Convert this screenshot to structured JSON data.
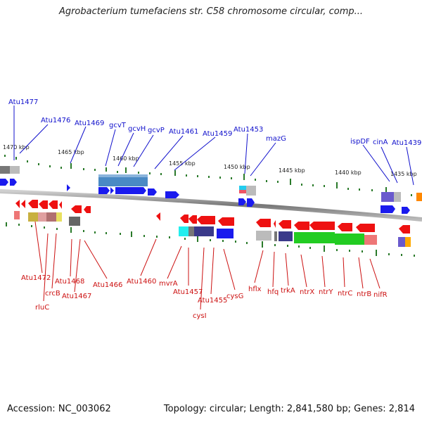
{
  "title": "Agrobacterium tumefaciens str. C58 chromosome circular, comp...",
  "footer": {
    "accession": "Accession: NC_003062",
    "topology": "Topology: circular; Length: 2,841,580 bp; Genes: 2,814"
  },
  "ticks": [
    {
      "label": "1470 kbp"
    },
    {
      "label": "1465 kbp"
    },
    {
      "label": "1460 kbp"
    },
    {
      "label": "1455 kbp"
    },
    {
      "label": "1450 kbp"
    },
    {
      "label": "1445 kbp"
    },
    {
      "label": "1440 kbp"
    },
    {
      "label": "1435 kbp"
    }
  ],
  "forward_labels": [
    "Atu1477",
    "Atu1476",
    "Atu1469",
    "gcvT",
    "gcvH",
    "gcvP",
    "Atu1461",
    "Atu1459",
    "Atu1453",
    "mazG",
    "ispDF",
    "cinA",
    "Atu1439"
  ],
  "reverse_labels": [
    "Atu1472",
    "rluC",
    "crcB",
    "Atu1468",
    "Atu1467",
    "Atu1466",
    "Atu1460",
    "mvrA",
    "Atu1457",
    "cysI",
    "Atu1455",
    "cysG",
    "hflx",
    "hfq",
    "trkA",
    "ntrX",
    "ntrY",
    "ntrC",
    "ntrB",
    "nifR"
  ],
  "colors": {
    "forward": "#1010cc",
    "reverse": "#cc1010",
    "tick": "#2a7a2a",
    "backbone": "#888888"
  }
}
